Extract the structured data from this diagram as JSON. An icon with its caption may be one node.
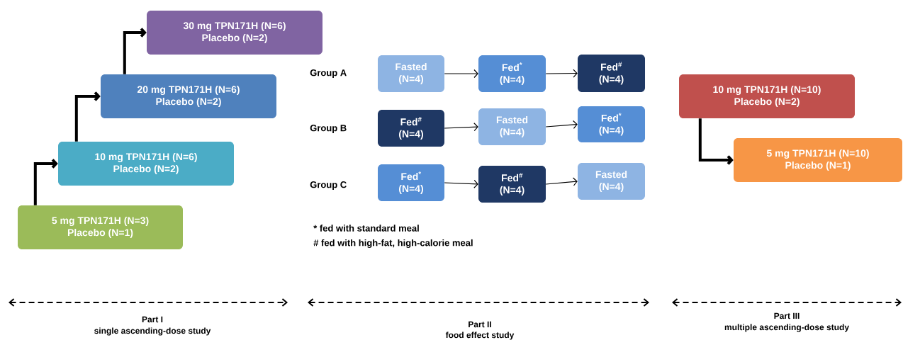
{
  "diagram": {
    "nodes": [
      {
        "text": [
          "5 mg TPN171H (N=3)",
          "Placebo (N=1)"
        ]
      },
      {
        "text": [
          "10 mg TPN171H (N=6)",
          "Placebo (N=2)"
        ]
      },
      {
        "text": [
          "20 mg TPN171H (N=6)",
          "Placebo (N=2)"
        ]
      },
      {
        "text": [
          "30 mg TPN171H (N=6)",
          "Placebo (N=2)"
        ]
      },
      {
        "text": [
          "Fasted",
          "(N=4)"
        ]
      },
      {
        "text": [
          "Fed$^{*}$",
          "(N=4)"
        ]
      },
      {
        "text": [
          "Fed$^{#}$",
          "(N=4)"
        ]
      },
      {
        "text": [
          "Fed$^{#}$",
          "(N=4)"
        ]
      },
      {
        "text": [
          "Fasted",
          "(N=4)"
        ]
      },
      {
        "text": [
          "Fed$^{*}$",
          "(N=4)"
        ]
      },
      {
        "text": [
          "Fed$^{*}$",
          "(N=4)"
        ]
      },
      {
        "text": [
          "Fed$^{#}$",
          "(N=4)"
        ]
      },
      {
        "text": [
          "Fasted",
          "(N=4)"
        ]
      },
      {
        "text": [
          "10 mg TPN171H (N=10)",
          "Placebo (N=2)"
        ]
      },
      {
        "text": [
          "5 mg TPN171H (N=10)",
          "Placebo (N=1)"
        ]
      }
    ],
    "edges": [
      {
        "from": 0,
        "to": 1,
        "arrow": "to",
        "style": "thick"
      },
      {
        "from": 1,
        "to": 2,
        "arrow": "to",
        "style": "thick"
      },
      {
        "from": 2,
        "to": 3,
        "arrow": "to",
        "style": "thick"
      },
      {
        "from": 4,
        "to": 5,
        "arrow": "to"
      },
      {
        "from": 5,
        "to": 6,
        "arrow": "to"
      },
      {
        "from": 7,
        "to": 8,
        "arrow": "to"
      },
      {
        "from": 8,
        "to": 9,
        "arrow": "to"
      },
      {
        "from": 10,
        "to": 11,
        "arrow": "to"
      },
      {
        "from": 11,
        "to": 12,
        "arrow": "to"
      },
      {
        "from": 13,
        "to": 14,
        "arrow": "to",
        "style": "thick"
      }
    ],
    "labels": [
      "Group A",
      "Group B",
      "Group C",
      "* fed with standard meal",
      "# fed with high-fat, high-calorie meal",
      "Part I",
      "single ascending-dose study",
      "Part II",
      "food effect study",
      "Part III",
      "multiple ascending-dose study"
    ]
  }
}
